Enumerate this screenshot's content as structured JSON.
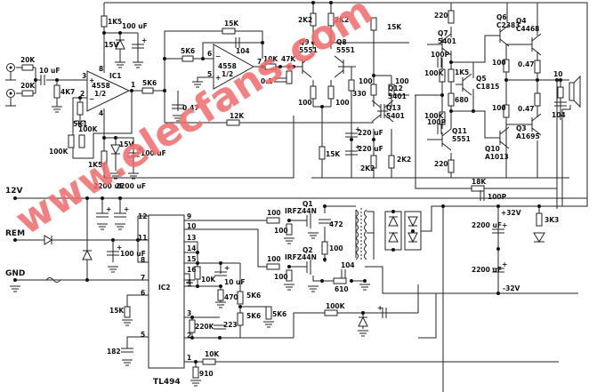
{
  "title": "Car amplifier schematic",
  "watermark": {
    "text": "www.elecfans.com",
    "footer": "www.elecfans.com"
  },
  "supply": {
    "v12": "12V",
    "rem": "REM",
    "gnd": "GND",
    "pos32": "+32V",
    "neg32": "-32V"
  },
  "ics": {
    "ic1": {
      "ref": "IC1",
      "part": "4558",
      "half": "1/2"
    },
    "ic1b": {
      "part": "4558",
      "half": "1/2"
    },
    "ic2": {
      "ref": "IC2",
      "part": "TL494"
    }
  },
  "pins": {
    "ic1": [
      "3",
      "2",
      "8",
      "4",
      "1"
    ],
    "ic1b": [
      "6",
      "5",
      "7"
    ],
    "ic2_left": [
      "12",
      "11",
      "8",
      "7",
      "6",
      "5"
    ],
    "ic2_right": [
      "9",
      "10",
      "13",
      "14",
      "15",
      "16",
      "4",
      "3",
      "2",
      "1"
    ]
  },
  "transistors": {
    "q1": {
      "ref": "Q1",
      "part": "IRFZ44N"
    },
    "q2": {
      "ref": "Q2",
      "part": "IRFZ44N"
    },
    "q3": {
      "ref": "Q3",
      "part": "A1695"
    },
    "q4": {
      "ref": "Q4",
      "part": "C4468"
    },
    "q5": {
      "ref": "Q5",
      "part": "C1815"
    },
    "q6": {
      "ref": "Q6",
      "part": "C2383"
    },
    "q7": {
      "ref": "Q7",
      "part": "5401"
    },
    "q8": {
      "ref": "Q8",
      "part": "5551"
    },
    "q9": {
      "ref": "Q9",
      "part": "5551"
    },
    "q10": {
      "ref": "Q10",
      "part": "A1013"
    },
    "q11": {
      "ref": "Q11",
      "part": "5551"
    },
    "q12": {
      "ref": "Q12",
      "part": "5401"
    },
    "q13": {
      "ref": "Q13",
      "part": "5401"
    }
  },
  "components": {
    "r_in1": "20K",
    "r_in2": "20K",
    "c_in": "10 uF",
    "r_4k7": "4K7",
    "r_5k1": "5K1",
    "r_1k5_top": "1K5",
    "c_100u_top": "100 uF",
    "z_15v_top": "15V",
    "pot_100k": "100K",
    "r_100k": "100K",
    "r_1k5_bot": "1K5",
    "z_15v_bot": "15V",
    "c_100u_bot": "100 uF",
    "r_5k6_a": "5K6",
    "r_5k6_b": "5K6",
    "c_047": "0.47",
    "r_15k_fb": "15K",
    "c_104_fb": "104",
    "r_12k": "12K",
    "r_10k": "10K",
    "r_47k": "47K",
    "c_01": "0.1",
    "r_2k2_a": "2K2",
    "r_2k2_b": "2K2",
    "r_100_a": "100",
    "r_100_b": "100",
    "r_15k_tail": "15K",
    "r_330": "330",
    "r_100_c": "100",
    "r_100_d": "100",
    "c_220u_a": "220 uF",
    "c_220u_b": "220 uF",
    "r_2k2_c": "2K2",
    "r_2k2_d": "2K2",
    "r_15k_q7": "15K",
    "r_220_top": "220",
    "c_100p_a": "100P",
    "r_100k_a": "100K",
    "r_1k5_vbe": "1K5",
    "r_680": "680",
    "r_100k_b": "100K",
    "c_100p_b": "100P",
    "r_220_bot": "220",
    "r_100_e": "100",
    "r_100_f": "100",
    "r_047_a": "0.47",
    "r_047_b": "0.47",
    "r_10_zobel": "10",
    "c_104_zobel": "104",
    "r_18k": "18K",
    "c_100p_c": "100P",
    "c_2200_a": "2200 uF",
    "c_2200_b": "2200 uF",
    "r_3k3": "3K3",
    "c_2200_in1": "2200 uF",
    "c_2200_in2": "2200 uF",
    "c_100u_rem": "100 uF",
    "r_100_g1": "100",
    "r_100_g1b": "100",
    "c_472": "472",
    "r_100_snub": "100",
    "r_100_g2": "100",
    "r_100_g2b": "100",
    "c_104_sn": "104",
    "r_610": "610",
    "r_10k_ic2": "10K",
    "c_10u_ic2": "10 uF",
    "r_470": "470",
    "r_5k6_c": "5K6",
    "r_5k6_d": "5K6",
    "r_5k6_e": "5K6",
    "r_220k": "220K",
    "c_223": "223",
    "r_100k_fb2": "100K",
    "r_15k_rt": "15K",
    "c_182": "182",
    "r_10k_p1": "10K",
    "r_910": "910"
  }
}
